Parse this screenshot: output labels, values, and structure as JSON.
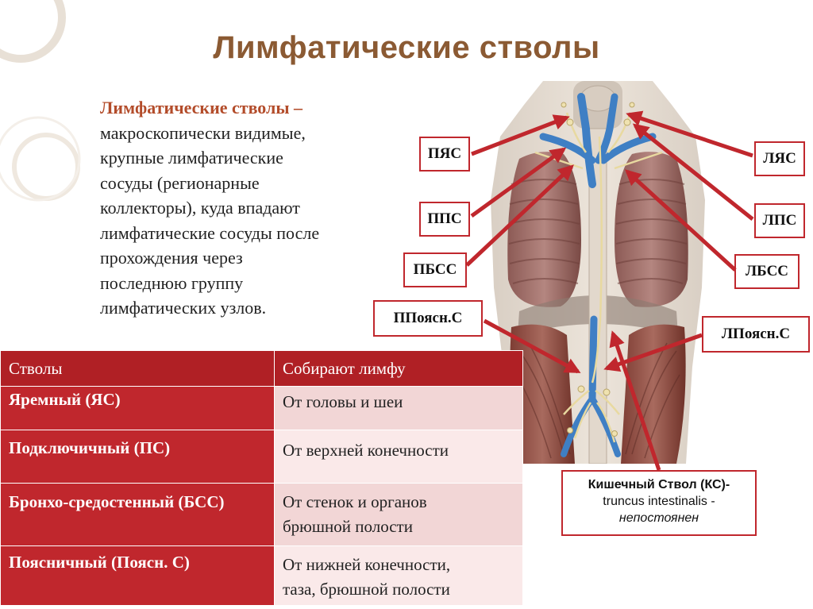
{
  "title": "Лимфатические стволы",
  "intro": {
    "term": "Лимфатические стволы –",
    "lines": [
      "макроскопически видимые,",
      "крупные лимфатические",
      "сосуды (регионарные",
      "коллекторы), куда впадают",
      "лимфатические сосуды после",
      "прохождения через",
      "последнюю группу",
      "лимфатических узлов."
    ]
  },
  "table": {
    "headers": [
      "Стволы",
      "Собирают лимфу"
    ],
    "rows": [
      {
        "name": "Яремный (ЯС)",
        "lymph": [
          "От головы и шеи"
        ]
      },
      {
        "name": "Подключичный (ПС)",
        "lymph": [
          "От верхней конечности"
        ]
      },
      {
        "name": "Бронхо-средостенный (БСС)",
        "lymph": [
          "От стенок и органов",
          "брюшной полости"
        ]
      },
      {
        "name": "Поясничный (Поясн. С)",
        "lymph": [
          "От нижней конечности,",
          "таза, брюшной полости"
        ]
      }
    ]
  },
  "labels": {
    "pyas": "ПЯС",
    "lyas": "ЛЯС",
    "pps": "ППС",
    "lps": "ЛПС",
    "pbss": "ПБСС",
    "lbss": "ЛБСС",
    "pposn": "ППоясн.С",
    "lposn": "ЛПоясн.С"
  },
  "infobox": {
    "line1": "Кишечный Ствол (КС)-",
    "line2": "truncus intestinalis -",
    "line3": "непостоянен"
  },
  "colors": {
    "title": "#8b5a33",
    "term": "#b34c2a",
    "table_header": "#b02025",
    "table_name": "#c0272d",
    "arrow": "#c0272d"
  }
}
